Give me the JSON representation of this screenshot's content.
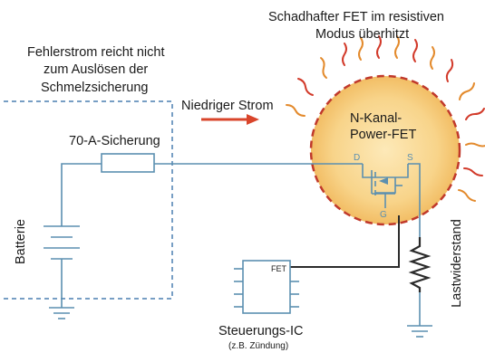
{
  "labels": {
    "heading_line1": "Schadhafter FET im resistiven",
    "heading_line2": "Modus überhitzt",
    "fault_line1": "Fehlerstrom reicht nicht",
    "fault_line2": "zum Auslösen der",
    "fault_line3": "Schmelzsicherung",
    "low_current": "Niedriger Strom",
    "fet_line1": "N-Kanal-",
    "fet_line2": "Power-FET",
    "fuse": "70-A-Sicherung",
    "battery": "Batterie",
    "load": "Lastwiderstand",
    "ic": "Steuerungs-IC",
    "ic_sub": "(z.B. Zündung)",
    "ic_pin": "FET",
    "drain": "D",
    "source": "S",
    "gate": "G"
  },
  "colors": {
    "wire": "#5b8fb0",
    "dashed_border": "#4a7fb0",
    "heat_glow": "#f4c06a",
    "fet_dashed_circle": "#c0392b",
    "arrow": "#d9452b",
    "heat_wave_red": "#d23a2a",
    "heat_wave_orange": "#e38a2c"
  }
}
